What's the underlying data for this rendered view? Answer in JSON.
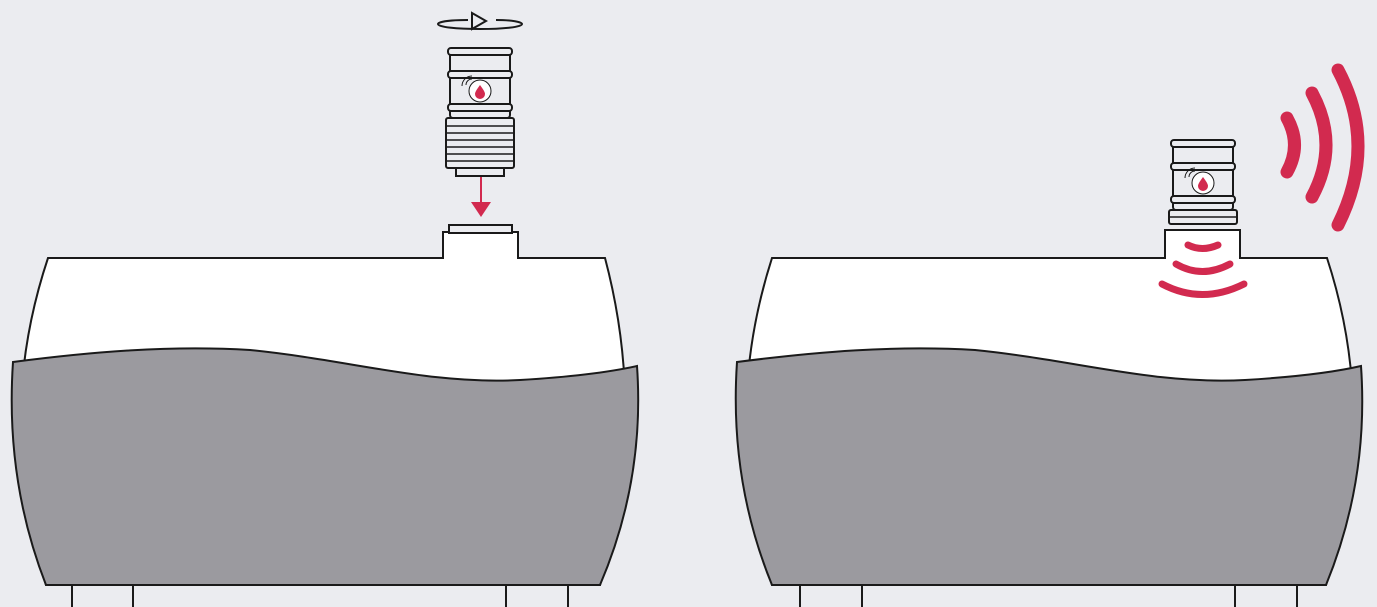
{
  "colors": {
    "background": "#ebecf0",
    "tank_fill": "#ffffff",
    "liquid": "#9b9a9f",
    "outline": "#1a1a1a",
    "accent": "#d22a4f"
  },
  "panels": [
    {
      "id": "install-step",
      "sensor_state": "being-installed",
      "icons": [
        "rotate-arrow-icon",
        "down-arrow-icon",
        "sensor-device-icon",
        "oil-drop-icon"
      ]
    },
    {
      "id": "transmitting-step",
      "sensor_state": "installed-transmitting",
      "icons": [
        "sensor-device-icon",
        "oil-drop-icon",
        "signal-waves-icon",
        "ultrasonic-waves-icon"
      ]
    }
  ]
}
